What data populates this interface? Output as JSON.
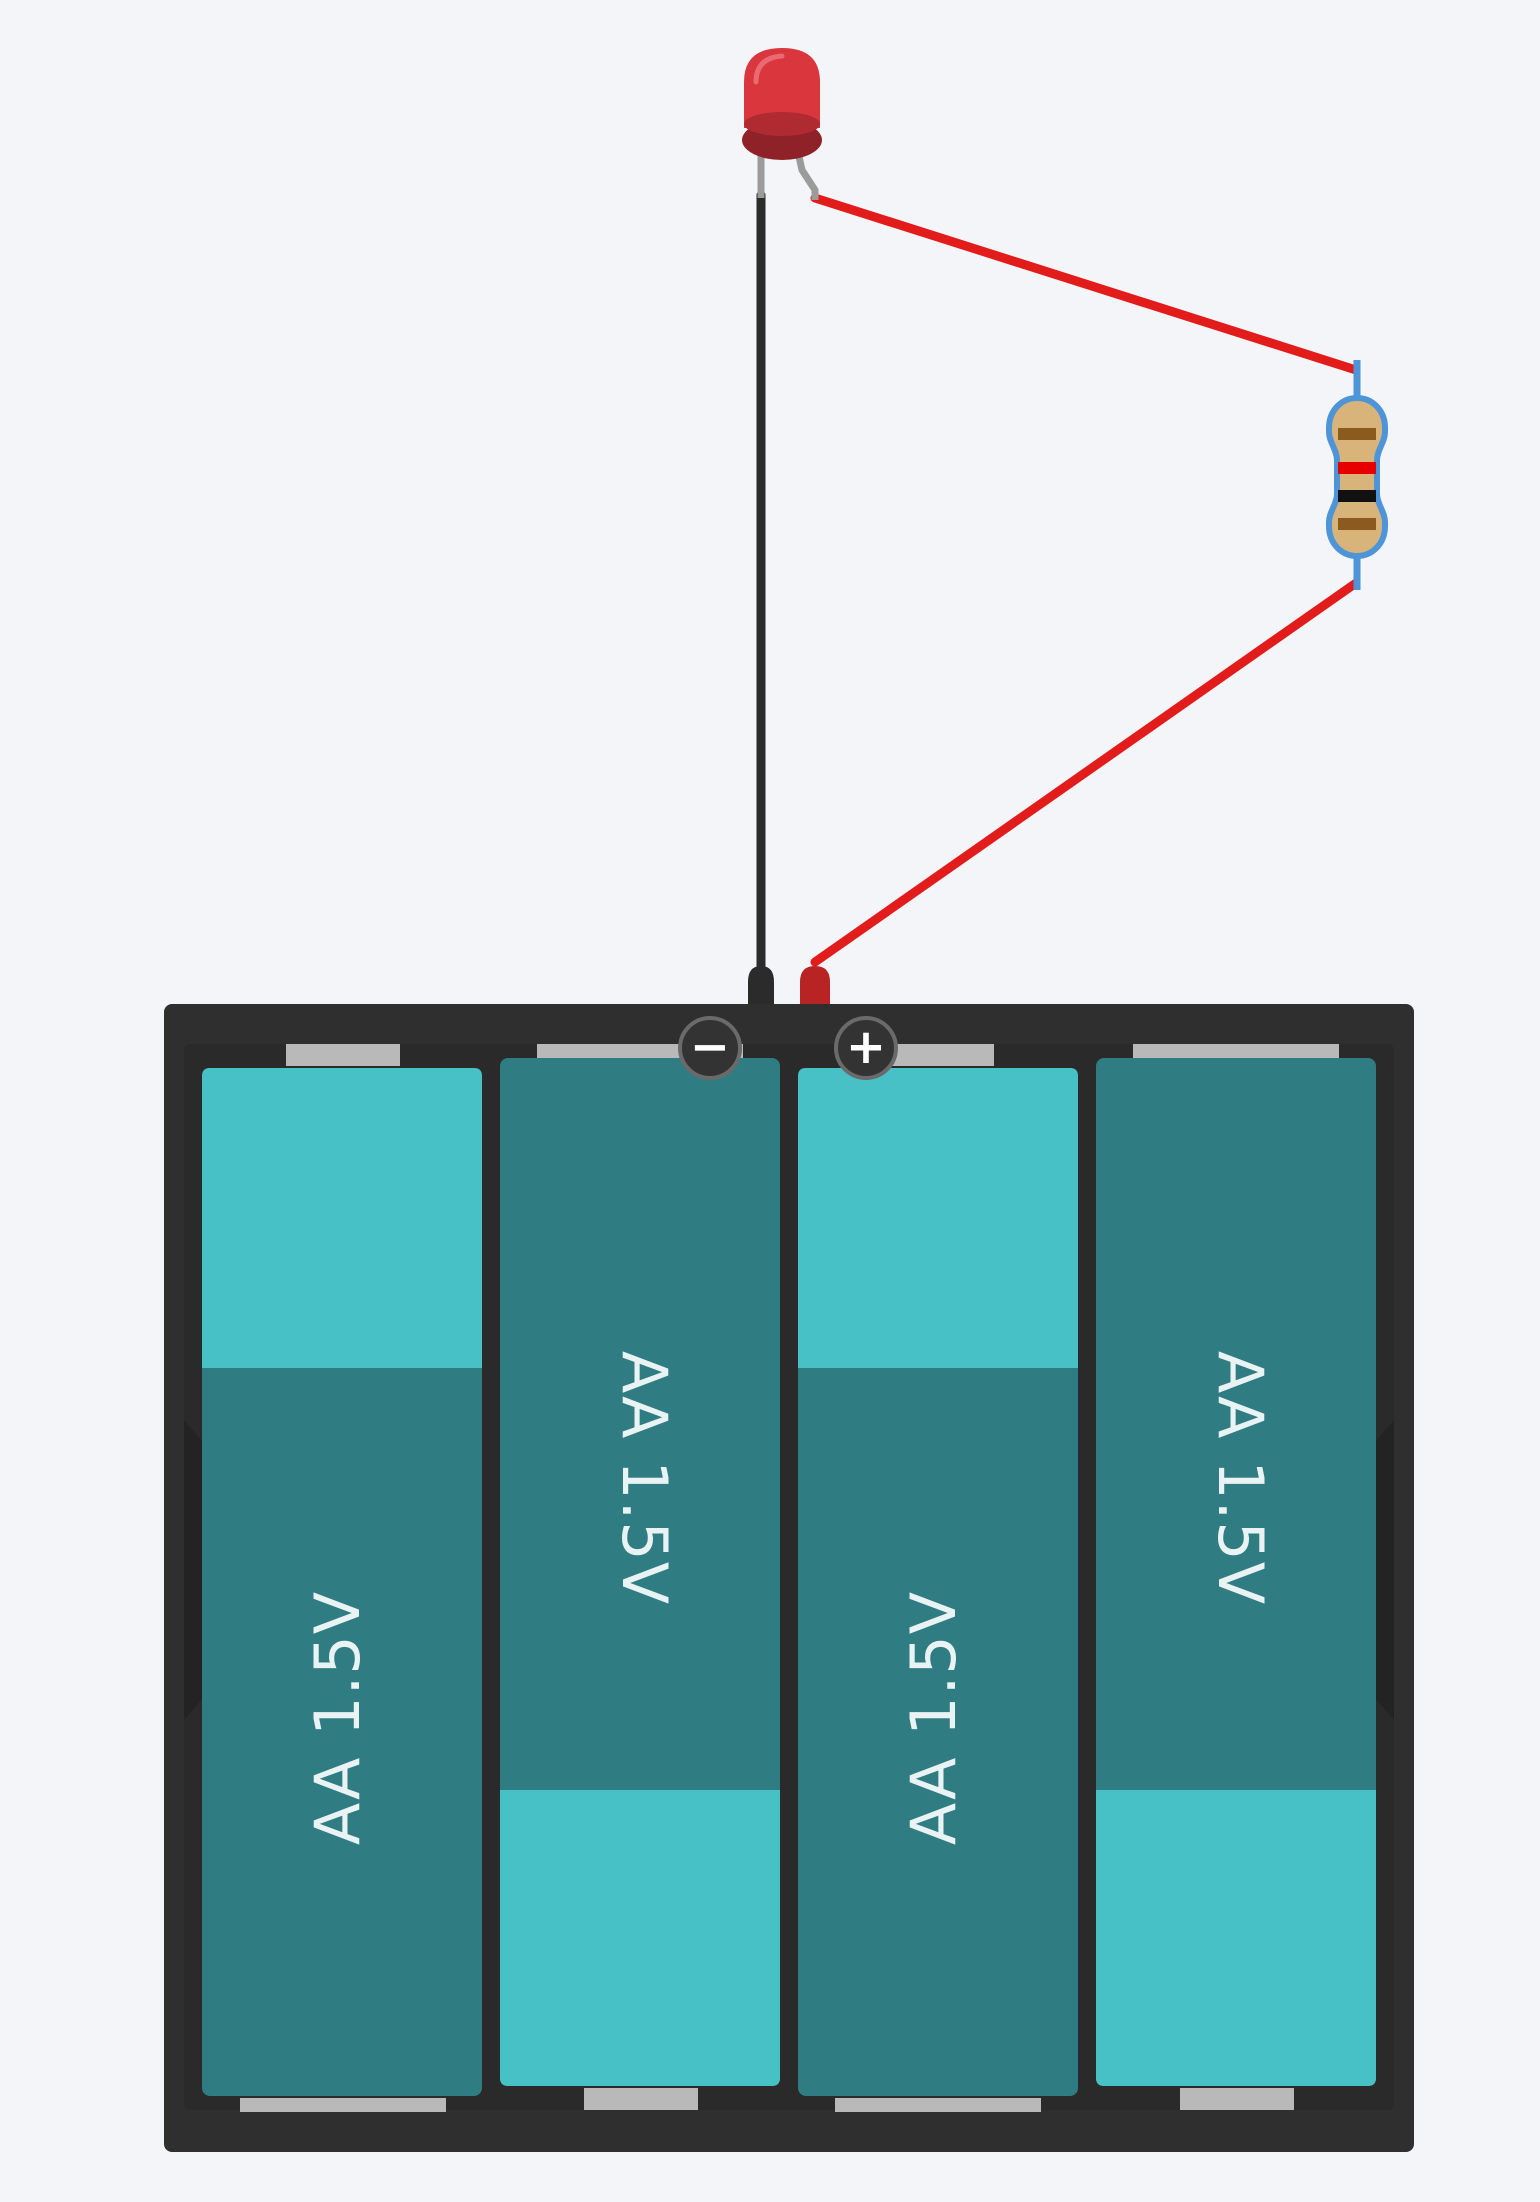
{
  "circuit": {
    "components": {
      "led": {
        "name": "led",
        "color": "#d9363e"
      },
      "resistor": {
        "name": "resistor",
        "bands": [
          "#8a5a1e",
          "#e60000",
          "#111111",
          "#8a5a1e"
        ]
      },
      "battery_pack": {
        "name": "battery-pack-4xAA",
        "terminal_negative": "−",
        "terminal_positive": "+"
      }
    },
    "batteries": [
      {
        "label": "AA 1.5V",
        "orientation": "cap-top"
      },
      {
        "label": "AA 1.5V",
        "orientation": "cap-bottom"
      },
      {
        "label": "AA 1.5V",
        "orientation": "cap-top"
      },
      {
        "label": "AA 1.5V",
        "orientation": "cap-bottom"
      }
    ],
    "wires": [
      {
        "from": "led-cathode",
        "to": "battery-negative",
        "color": "#333333"
      },
      {
        "from": "led-anode",
        "to": "resistor-top",
        "color": "#e21b1b"
      },
      {
        "from": "resistor-bottom",
        "to": "battery-positive",
        "color": "#e21b1b"
      }
    ],
    "colors": {
      "background": "#f3f5f8",
      "holder": "#2f2f2f",
      "battery_light": "#48c1c6",
      "battery_dark": "#2f7c83",
      "wire_red": "#e21b1b",
      "wire_black": "#333333"
    }
  }
}
